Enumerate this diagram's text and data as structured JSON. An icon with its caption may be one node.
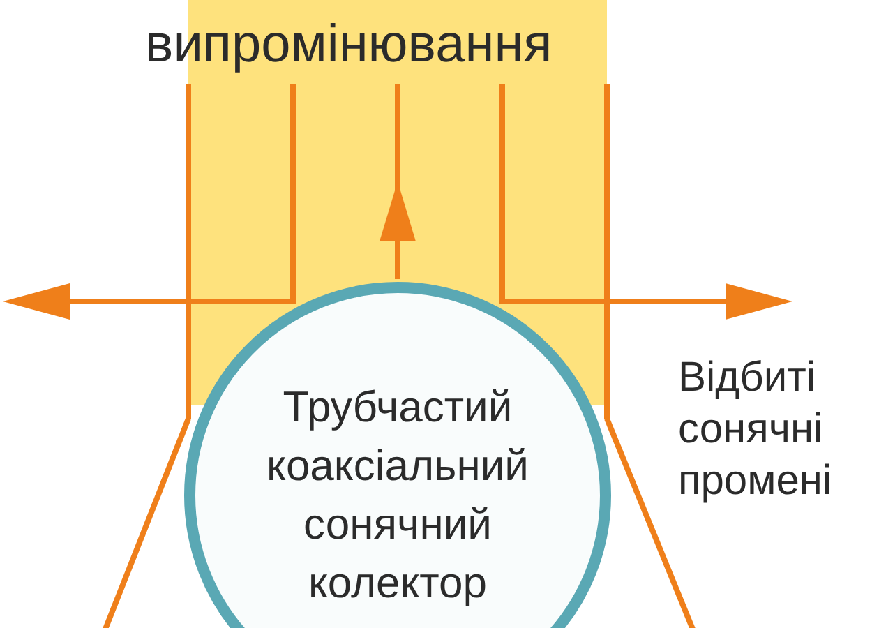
{
  "diagram": {
    "nodes": [
      {
        "text": [
          "Трубчастий коаксіальний сонячний колектор"
        ]
      }
    ],
    "labels": [
      "випромінювання",
      "Відбиті сонячні промені"
    ]
  }
}
